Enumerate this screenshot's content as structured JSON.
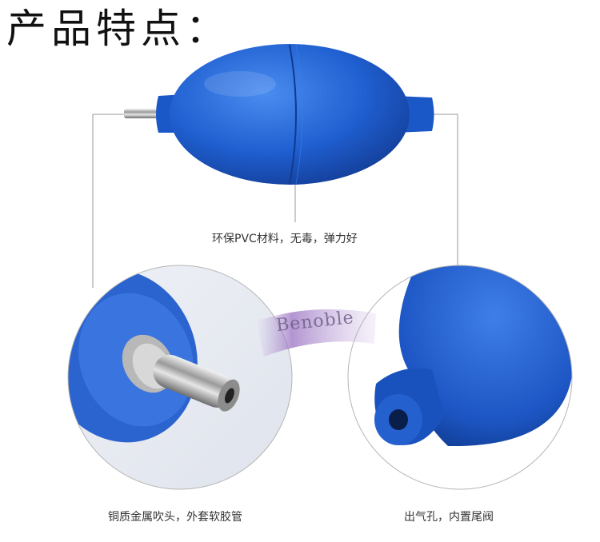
{
  "title": "产品特点：",
  "captions": {
    "material": "环保PVC材料，无毒，弹力好",
    "nozzle": "铜质金属吹头，外套软胶管",
    "outlet": "出气孔，内置尾阀"
  },
  "watermark": "Benoble",
  "colors": {
    "bulb_blue": "#1f5fd0",
    "bulb_dark": "#123c95",
    "line_gray": "#9a9a9a",
    "watermark_purple": "#8a6bb0"
  }
}
